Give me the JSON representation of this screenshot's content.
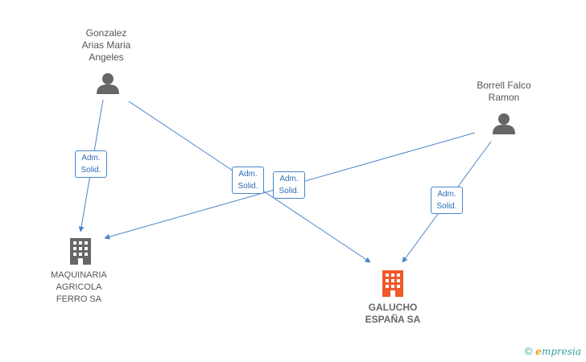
{
  "people": [
    {
      "name": "Gonzalez\nArias Maria\nAngeles",
      "icon": "person-icon"
    },
    {
      "name": "Borrell Falco\nRamon",
      "icon": "person-icon"
    }
  ],
  "companies": [
    {
      "name": "MAQUINARIA\nAGRICOLA\nFERRO SA",
      "icon": "building-icon",
      "color": "#666666"
    },
    {
      "name": "GALUCHO\nESPAÑA SA",
      "icon": "building-icon",
      "color": "#f0592a"
    }
  ],
  "relations": [
    {
      "label": "Adm.\nSolid."
    },
    {
      "label": "Adm.\nSolid."
    },
    {
      "label": "Adm.\nSolid."
    },
    {
      "label": "Adm.\nSolid."
    }
  ],
  "colors": {
    "edge": "#4a86c8",
    "person": "#666666",
    "main_company": "#f0592a",
    "secondary_company": "#666666"
  },
  "watermark": {
    "copyright": "©",
    "brand_first": "e",
    "brand_rest": "mpresia"
  }
}
